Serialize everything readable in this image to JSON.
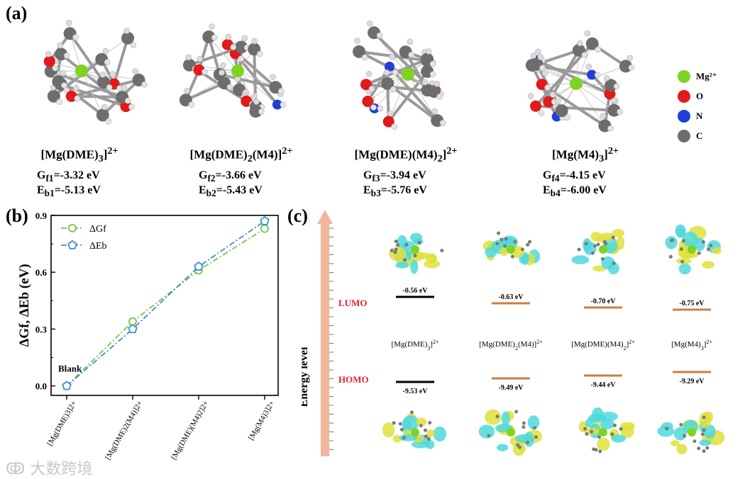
{
  "panel_a": {
    "label": "(a)",
    "legend": {
      "mg": {
        "label": "Mg²⁺",
        "color": "#7ed321"
      },
      "o": {
        "label": "O",
        "color": "#e21a1a"
      },
      "n": {
        "label": "N",
        "color": "#1f3fd8"
      },
      "c": {
        "label": "C",
        "color": "#6d6d6d"
      }
    },
    "complexes": [
      {
        "name_base": "[Mg(DME)",
        "name_sub": "3",
        "name_tail": "]",
        "name_sup": "2+",
        "g_base": "G",
        "g_sub": "f1",
        "g_val": "=-3.32 eV",
        "e_base": "E",
        "e_sub": "b1",
        "e_val": "=-5.13 eV"
      },
      {
        "name_base": "[Mg(DME)",
        "name_sub": "2",
        "name_tail": "(M4)]",
        "name_sup": "2+",
        "g_base": "G",
        "g_sub": "f2",
        "g_val": "=-3.66 eV",
        "e_base": "E",
        "e_sub": "b2",
        "e_val": "=-5.43 eV"
      },
      {
        "name_base": "[Mg(DME)(M4)",
        "name_sub": "2",
        "name_tail": "]",
        "name_sup": "2+",
        "g_base": "G",
        "g_sub": "f3",
        "g_val": "=-3.94 eV",
        "e_base": "E",
        "e_sub": "b3",
        "e_val": "=-5.76 eV"
      },
      {
        "name_base": "[Mg(M4)",
        "name_sub": "3",
        "name_tail": "]",
        "name_sup": "2+",
        "g_base": "G",
        "g_sub": "f4",
        "g_val": "=-4.15 eV",
        "e_base": "E",
        "e_sub": "b4",
        "e_val": "=-6.00 eV"
      }
    ]
  },
  "chart_data": {
    "type": "line",
    "panel_label": "(b)",
    "categories": [
      "[Mg(DME)3]2+",
      "[Mg(DME)2(M4)]2+",
      "[Mg(DME)(M4)2]2+",
      "[Mg(M4)3]2+"
    ],
    "ylabel": "ΔGf, ΔEb (eV)",
    "ylim": [
      -0.05,
      0.9
    ],
    "yticks": [
      "0.0",
      "0.3",
      "0.6",
      "0.9"
    ],
    "ytick_values": [
      0.0,
      0.3,
      0.6,
      0.9
    ],
    "annotation": "Blank",
    "legend_position": "top-left",
    "series": [
      {
        "name": "ΔGf",
        "color": "#7cc242",
        "marker": "circle",
        "values": [
          0.0,
          0.34,
          0.61,
          0.83
        ]
      },
      {
        "name": "ΔEb",
        "color": "#3d8fd1",
        "marker": "pentagon",
        "values": [
          0.0,
          0.3,
          0.63,
          0.87
        ]
      }
    ]
  },
  "panel_c": {
    "label": "(c)",
    "axis_label": "Energy level",
    "lumo_label": "LUMO",
    "homo_label": "HOMO",
    "lumo_values": [
      "-0.56 eV",
      "-0.63 eV",
      "-0.70 eV",
      "-0.75 eV"
    ],
    "homo_values": [
      "-9.53 eV",
      "-9.49 eV",
      "-9.44 eV",
      "-9.29 eV"
    ],
    "names": [
      {
        "base": "[Mg(DME)",
        "sub": "3",
        "tail": "]",
        "sup": "2+"
      },
      {
        "base": "[Mg(DME)",
        "sub": "2",
        "tail": "(M4)]",
        "sup": "2+"
      },
      {
        "base": "[Mg(DME)(M4)",
        "sub": "2",
        "tail": "]",
        "sup": "2+"
      },
      {
        "base": "[Mg(M4)",
        "sub": "3",
        "tail": "]",
        "sup": "2+"
      }
    ],
    "colors": {
      "first_level": "#000000",
      "other_levels": "#c87f45",
      "label_color": "#e0232b",
      "arrow": "#f2b59c",
      "lobe_yellow": "#dfe13a",
      "lobe_cyan": "#4fd8dc"
    }
  },
  "watermark": "大数跨境"
}
